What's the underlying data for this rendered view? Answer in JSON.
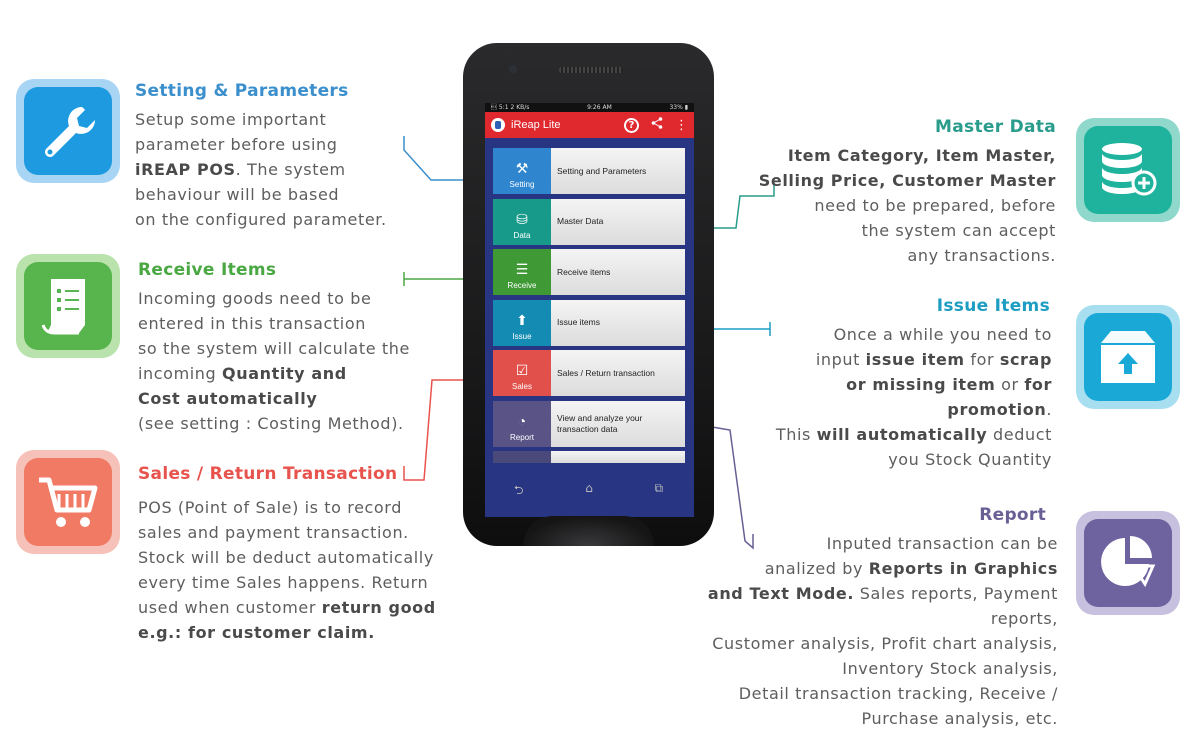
{
  "left_features": [
    {
      "title": "Setting & Parameters",
      "color": "#3a8fcc",
      "lines": [
        [
          {
            "t": "Setup some important"
          }
        ],
        [
          {
            "t": "parameter before using"
          }
        ],
        [
          {
            "t": "iREAP POS",
            "b": true
          },
          {
            "t": ". The system"
          }
        ],
        [
          {
            "t": "behaviour will be based"
          }
        ],
        [
          {
            "t": "on the configured parameter."
          }
        ]
      ]
    },
    {
      "title": "Receive Items",
      "color": "#4aa843",
      "lines": [
        [
          {
            "t": "Incoming goods need to be"
          }
        ],
        [
          {
            "t": "entered in this transaction"
          }
        ],
        [
          {
            "t": "so the system will calculate the"
          }
        ],
        [
          {
            "t": "incoming "
          },
          {
            "t": "Quantity and",
            "b": true
          }
        ],
        [
          {
            "t": "Cost automatically",
            "b": true
          }
        ],
        [
          {
            "t": "(see setting : Costing Method)."
          }
        ]
      ]
    },
    {
      "title": "Sales / Return Transaction",
      "color": "#e8534d",
      "lines": [
        [
          {
            "t": "POS (Point of Sale) is to record"
          }
        ],
        [
          {
            "t": "sales and payment transaction."
          }
        ],
        [
          {
            "t": "Stock will be deduct automatically"
          }
        ],
        [
          {
            "t": "every time Sales happens. Return"
          }
        ],
        [
          {
            "t": "used when customer "
          },
          {
            "t": "return good",
            "b": true
          }
        ],
        [
          {
            "t": "e.g.: for customer  claim.",
            "b": true
          }
        ]
      ]
    }
  ],
  "right_features": [
    {
      "title": "Master Data",
      "color": "#2a9c8c",
      "lines": [
        [
          {
            "t": "Item Category, Item Master,",
            "b": true
          }
        ],
        [
          {
            "t": "Selling Price, Customer Master",
            "b": true
          }
        ],
        [
          {
            "t": "need to be prepared, before"
          }
        ],
        [
          {
            "t": "the system can accept"
          }
        ],
        [
          {
            "t": "any transactions."
          }
        ]
      ]
    },
    {
      "title": "Issue Items",
      "color": "#1d9dc2",
      "lines": [
        [
          {
            "t": "Once a while you need to"
          }
        ],
        [
          {
            "t": "input "
          },
          {
            "t": "issue item",
            "b": true
          },
          {
            "t": " for "
          },
          {
            "t": "scrap",
            "b": true
          }
        ],
        [
          {
            "t": "or missing item",
            "b": true
          },
          {
            "t": " or "
          },
          {
            "t": "for promotion",
            "b": true
          },
          {
            "t": "."
          }
        ],
        [
          {
            "t": "This "
          },
          {
            "t": "will automatically",
            "b": true
          },
          {
            "t": " deduct"
          }
        ],
        [
          {
            "t": "you Stock Quantity"
          }
        ]
      ]
    },
    {
      "title": "Report",
      "color": "#6a5f95",
      "lines": [
        [
          {
            "t": "Inputed transaction can be"
          }
        ],
        [
          {
            "t": "analized by "
          },
          {
            "t": "Reports in  Graphics",
            "b": true
          }
        ],
        [
          {
            "t": "and Text Mode.",
            "b": true
          },
          {
            "t": " Sales reports, Payment reports,"
          }
        ],
        [
          {
            "t": "Customer analysis, Profit chart analysis,"
          }
        ],
        [
          {
            "t": "Inventory Stock analysis,"
          }
        ],
        [
          {
            "t": "Detail transaction tracking, Receive /"
          }
        ],
        [
          {
            "t": "Purchase analysis, etc."
          }
        ]
      ]
    }
  ],
  "phone": {
    "status_left": "\u0011 5:1 2 KB/s",
    "status_time": "9:26 AM",
    "status_right": "33% ▮",
    "app_title": "iReap Lite",
    "help_icon": "?",
    "share_icon": "share-icon",
    "more_icon": "⋮",
    "menu": [
      {
        "tile": "Setting",
        "label": "Setting and Parameters",
        "color": "#2f86cf",
        "glyph": "⚒"
      },
      {
        "tile": "Data",
        "label": "Master Data",
        "color": "#179a8a",
        "glyph": "⛁"
      },
      {
        "tile": "Receive",
        "label": "Receive items",
        "color": "#3f9a36",
        "glyph": "☰"
      },
      {
        "tile": "Issue",
        "label": "Issue items",
        "color": "#138bb3",
        "glyph": "⬆"
      },
      {
        "tile": "Sales",
        "label": "Sales / Return transaction",
        "color": "#e2504b",
        "glyph": "☑"
      },
      {
        "tile": "Report",
        "label": "View and analyze your transaction data",
        "color": "#5a5386",
        "glyph": "◔"
      }
    ],
    "nav_back": "⮌",
    "nav_home": "⌂",
    "nav_recent": "⧉"
  }
}
